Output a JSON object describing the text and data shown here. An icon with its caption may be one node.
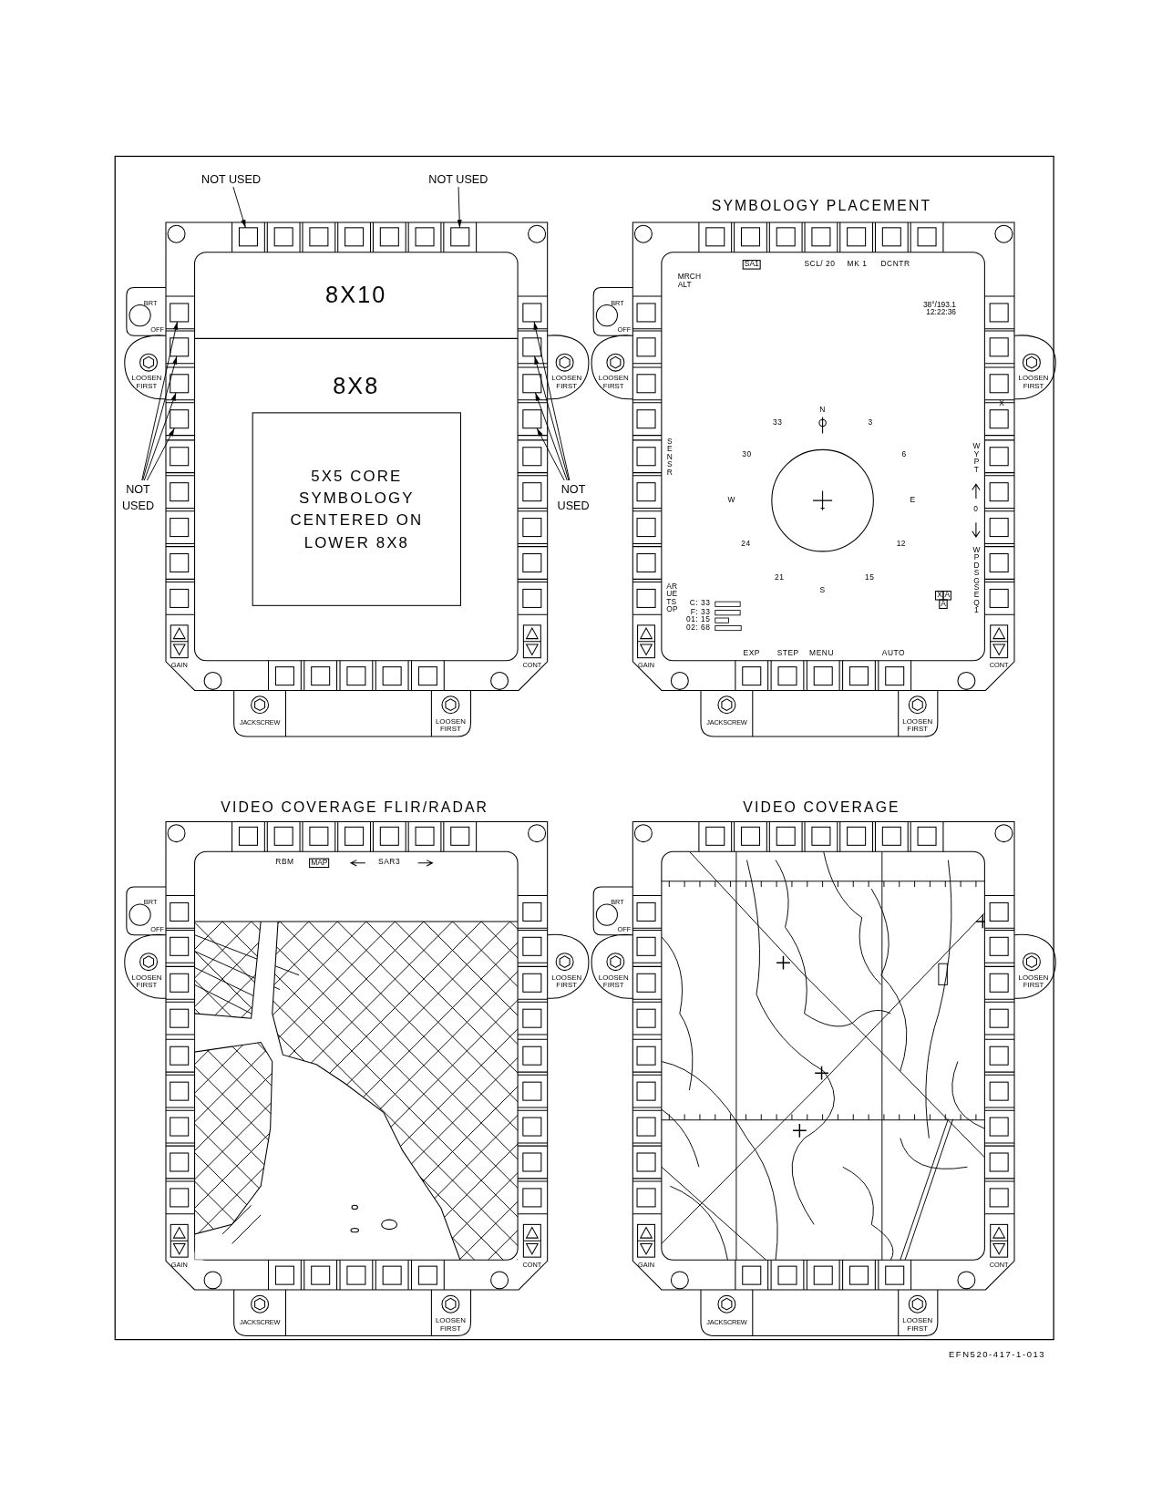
{
  "diagram": {
    "nodes": [
      {
        "text": [
          "NOT USED"
        ]
      },
      {
        "text": [
          "NOT USED"
        ]
      },
      {
        "text": [
          "8X10"
        ]
      },
      {
        "text": [
          "8X8"
        ]
      },
      {
        "text": [
          "5X5 CORE SYMBOLOGY CENTERED ON LOWER 8X8"
        ],
        "in": 3
      },
      {
        "text": [
          "NOT USED"
        ]
      },
      {
        "text": [
          "NOT USED"
        ]
      },
      {
        "text": [],
        "shape": "box"
      },
      {
        "text": [],
        "shape": "box"
      },
      {
        "text": [],
        "shape": "box"
      },
      {
        "text": [],
        "shape": "box"
      },
      {
        "text": [],
        "shape": "box"
      },
      {
        "text": [],
        "shape": "box"
      },
      {
        "text": [],
        "shape": "box"
      },
      {
        "text": [],
        "shape": "box"
      },
      {
        "text": [],
        "shape": "box"
      },
      {
        "text": [],
        "shape": "box"
      },
      {
        "text": [],
        "shape": "box"
      },
      {
        "text": [],
        "shape": "box"
      },
      {
        "text": [],
        "shape": "box"
      },
      {
        "text": [],
        "shape": "box"
      },
      {
        "text": [],
        "shape": "box"
      },
      {
        "text": [],
        "shape": "box"
      },
      {
        "text": [],
        "shape": "box"
      },
      {
        "text": [],
        "shape": "box"
      },
      {
        "text": [],
        "shape": "box"
      },
      {
        "text": [],
        "shape": "box"
      },
      {
        "text": [],
        "shape": "box"
      },
      {
        "text": [],
        "shape": "box"
      },
      {
        "text": [],
        "shape": "box"
      },
      {
        "text": [],
        "shape": "box"
      },
      {
        "text": [],
        "shape": "box"
      },
      {
        "text": [],
        "shape": "box"
      },
      {
        "text": [],
        "shape": "box"
      },
      {
        "text": [],
        "shape": "box"
      },
      {
        "text": [],
        "shape": "box"
      },
      {
        "text": [],
        "shape": "box"
      },
      {
        "text": [],
        "shape": "box"
      },
      {
        "text": [],
        "shape": "box"
      },
      {
        "text": [],
        "shape": "box"
      },
      {
        "text": [],
        "shape": "box"
      },
      {
        "text": [],
        "shape": "box"
      },
      {
        "text": [],
        "shape": "box"
      },
      {
        "text": [],
        "shape": "box"
      },
      {
        "text": [],
        "shape": "box"
      },
      {
        "text": [],
        "shape": "box"
      },
      {
        "text": [],
        "shape": "box"
      },
      {
        "text": [],
        "shape": "box"
      },
      {
        "text": [],
        "shape": "box"
      },
      {
        "text": [],
        "shape": "box"
      },
      {
        "text": [],
        "shape": "box"
      },
      {
        "text": [],
        "shape": "box"
      },
      {
        "text": [],
        "shape": "box"
      },
      {
        "text": [],
        "shape": "box"
      },
      {
        "text": [],
        "shape": "box"
      },
      {
        "text": [],
        "shape": "box"
      },
      {
        "text": [],
        "shape": "box"
      },
      {
        "text": [],
        "shape": "box"
      },
      {
        "text": [],
        "shape": "box"
      },
      {
        "text": [],
        "shape": "box"
      },
      {
        "text": [],
        "shape": "box"
      },
      {
        "text": [],
        "shape": "box"
      },
      {
        "text": [],
        "shape": "box"
      },
      {
        "text": [],
        "shape": "box"
      },
      {
        "text": [],
        "shape": "box"
      },
      {
        "text": [],
        "shape": "box"
      },
      {
        "text": [],
        "shape": "box"
      },
      {
        "text": [],
        "shape": "box"
      },
      {
        "text": [],
        "shape": "box"
      },
      {
        "text": [],
        "shape": "box"
      },
      {
        "text": [],
        "shape": "box"
      },
      {
        "text": [],
        "shape": "box"
      },
      {
        "text": [],
        "shape": "box"
      },
      {
        "text": [],
        "shape": "box"
      },
      {
        "text": [],
        "shape": "box"
      },
      {
        "text": [],
        "shape": "box"
      },
      {
        "text": [],
        "shape": "box"
      },
      {
        "text": [],
        "shape": "box"
      },
      {
        "text": [],
        "shape": "box"
      },
      {
        "text": [],
        "shape": "box"
      },
      {
        "text": [],
        "shape": "box"
      },
      {
        "text": [],
        "shape": "box"
      },
      {
        "text": [],
        "shape": "box"
      },
      {
        "text": [],
        "shape": "box"
      },
      {
        "text": [],
        "shape": "box"
      },
      {
        "text": [],
        "shape": "box"
      },
      {
        "text": [],
        "shape": "box"
      },
      {
        "text": [],
        "shape": "box"
      },
      {
        "text": [],
        "shape": "box"
      },
      {
        "text": [],
        "shape": "box"
      },
      {
        "text": [],
        "shape": "box"
      },
      {
        "text": [],
        "shape": "box"
      },
      {
        "text": [],
        "shape": "box"
      },
      {
        "text": [],
        "shape": "box"
      },
      {
        "text": [],
        "shape": "box"
      },
      {
        "text": [],
        "shape": "box"
      },
      {
        "text": [],
        "shape": "box"
      },
      {
        "text": [],
        "shape": "box"
      },
      {
        "text": [],
        "shape": "box"
      },
      {
        "text": [],
        "shape": "box"
      },
      {
        "text": [],
        "shape": "box"
      },
      {
        "text": [],
        "shape": "box"
      },
      {
        "text": [],
        "shape": "box"
      },
      {
        "text": [],
        "shape": "box"
      },
      {
        "text": [],
        "shape": "box"
      },
      {
        "text": [],
        "shape": "box"
      },
      {
        "text": [],
        "shape": "box"
      },
      {
        "text": [],
        "shape": "box"
      },
      {
        "text": [],
        "shape": "box"
      },
      {
        "text": [],
        "shape": "box"
      },
      {
        "text": [],
        "shape": "box"
      },
      {
        "text": [],
        "shape": "box"
      },
      {
        "text": [],
        "shape": "box"
      },
      {
        "text": [],
        "shape": "box"
      },
      {
        "text": [],
        "shape": "box"
      },
      {
        "text": [],
        "shape": "box"
      },
      {
        "text": [],
        "shape": "box"
      },
      {
        "text": [],
        "shape": "box"
      },
      {
        "text": [],
        "shape": "box"
      },
      {
        "text": [],
        "shape": "box"
      },
      {
        "text": [],
        "shape": "box"
      },
      {
        "text": [],
        "shape": "box"
      },
      {
        "text": [],
        "shape": "box"
      },
      {
        "text": [],
        "shape": "box"
      },
      {
        "text": [],
        "shape": "box"
      },
      {
        "text": [],
        "shape": "box"
      },
      {
        "text": [],
        "shape": "box"
      }
    ],
    "edges": [
      {
        "from": 0,
        "to": 7,
        "arrow": "to"
      },
      {
        "from": 1,
        "to": 13,
        "arrow": "to"
      },
      {
        "from": 5,
        "to": 14,
        "arrow": "to"
      },
      {
        "from": 5,
        "to": 15,
        "arrow": "to"
      },
      {
        "from": 5,
        "to": 16,
        "arrow": "to"
      },
      {
        "from": 5,
        "to": 17,
        "arrow": "to"
      },
      {
        "from": 6,
        "to": 23,
        "arrow": "to"
      },
      {
        "from": 6,
        "to": 24,
        "arrow": "to"
      },
      {
        "from": 6,
        "to": 25,
        "arrow": "to"
      },
      {
        "from": 6,
        "to": 26,
        "arrow": "to"
      }
    ],
    "labels": [
      "SYMBOLOGY PLACEMENT",
      "BRT",
      "OFF",
      "LOOSEN FIRST",
      "LOOSEN FIRST",
      "GAIN",
      "CONT",
      "JACKSCREW",
      "LOOSEN FIRST",
      "SA1",
      "SCL/ 20",
      "MK 1",
      "DCNTR",
      "MRCH ALT",
      "38°/193.1 12:22:36",
      "BRT",
      "OFF",
      "LOOSEN FIRST",
      "LOOSEN FIRST",
      "N",
      "33",
      "3",
      "X",
      "SENSR",
      "30",
      "6",
      "WYPT",
      "W",
      "E",
      "0",
      "24",
      "12",
      "WPDSG",
      "SEQ1",
      "21",
      "15",
      "S",
      "AR UE TS OP",
      "X",
      "A",
      "C: 33",
      "A",
      "F: 33",
      "01: 15",
      "02: 68",
      "GAIN",
      "CONT",
      "EXP",
      "STEP",
      "MENU",
      "AUTO",
      "JACKSCREW",
      "LOOSEN FIRST",
      "VIDEO COVERAGE FLIR/RADAR",
      "VIDEO COVERAGE",
      "RBM",
      "MAP",
      "SAR3",
      "BRT",
      "OFF",
      "LOOSEN FIRST",
      "LOOSEN FIRST",
      "GAIN",
      "CONT",
      "JACKSCREW",
      "LOOSEN FIRST",
      "BRT",
      "OFF",
      "LOOSEN FIRST",
      "LOOSEN FIRST",
      "GAIN",
      "CONT",
      "JACKSCREW",
      "LOOSEN FIRST",
      "EFN520-417-1-013"
    ]
  }
}
